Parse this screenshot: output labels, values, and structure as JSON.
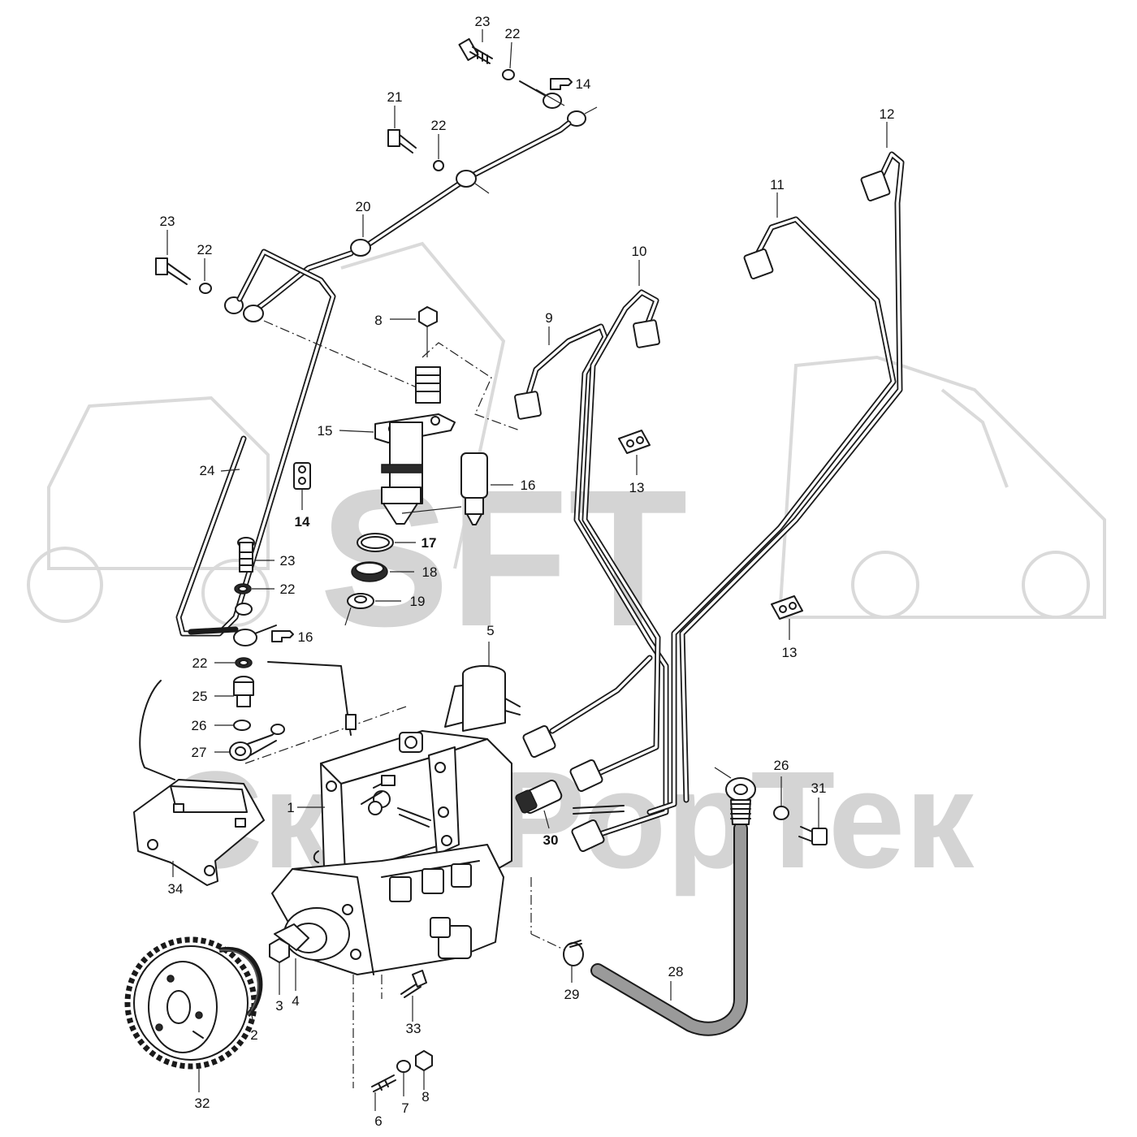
{
  "watermark": {
    "brand": "SFT",
    "company": "СкайРорТек"
  },
  "callouts": [
    {
      "id": "c23a",
      "text": "23"
    },
    {
      "id": "c22a",
      "text": "22"
    },
    {
      "id": "c14ref",
      "text": "14"
    },
    {
      "id": "c21",
      "text": "21"
    },
    {
      "id": "c22b",
      "text": "22"
    },
    {
      "id": "c20",
      "text": "20"
    },
    {
      "id": "c23b",
      "text": "23"
    },
    {
      "id": "c22c",
      "text": "22"
    },
    {
      "id": "c8a",
      "text": "8"
    },
    {
      "id": "c9",
      "text": "9"
    },
    {
      "id": "c10",
      "text": "10"
    },
    {
      "id": "c11",
      "text": "11"
    },
    {
      "id": "c12",
      "text": "12"
    },
    {
      "id": "c15",
      "text": "15"
    },
    {
      "id": "c13a",
      "text": "13"
    },
    {
      "id": "c24",
      "text": "24"
    },
    {
      "id": "c14",
      "text": "14"
    },
    {
      "id": "c16",
      "text": "16"
    },
    {
      "id": "c17",
      "text": "17"
    },
    {
      "id": "c18",
      "text": "18"
    },
    {
      "id": "c19",
      "text": "19"
    },
    {
      "id": "c23c",
      "text": "23"
    },
    {
      "id": "c22d",
      "text": "22"
    },
    {
      "id": "c16ref",
      "text": "16"
    },
    {
      "id": "c13b",
      "text": "13"
    },
    {
      "id": "c5",
      "text": "5"
    },
    {
      "id": "c22e",
      "text": "22"
    },
    {
      "id": "c25",
      "text": "25"
    },
    {
      "id": "c26a",
      "text": "26"
    },
    {
      "id": "c27",
      "text": "27"
    },
    {
      "id": "c26b",
      "text": "26"
    },
    {
      "id": "c31",
      "text": "31"
    },
    {
      "id": "c1",
      "text": "1"
    },
    {
      "id": "c30",
      "text": "30"
    },
    {
      "id": "c34",
      "text": "34"
    },
    {
      "id": "c28",
      "text": "28"
    },
    {
      "id": "c3",
      "text": "3"
    },
    {
      "id": "c4",
      "text": "4"
    },
    {
      "id": "c2",
      "text": "2"
    },
    {
      "id": "c29",
      "text": "29"
    },
    {
      "id": "c33",
      "text": "33"
    },
    {
      "id": "c32",
      "text": "32"
    },
    {
      "id": "c6",
      "text": "6"
    },
    {
      "id": "c7",
      "text": "7"
    },
    {
      "id": "c8b",
      "text": "8"
    }
  ]
}
